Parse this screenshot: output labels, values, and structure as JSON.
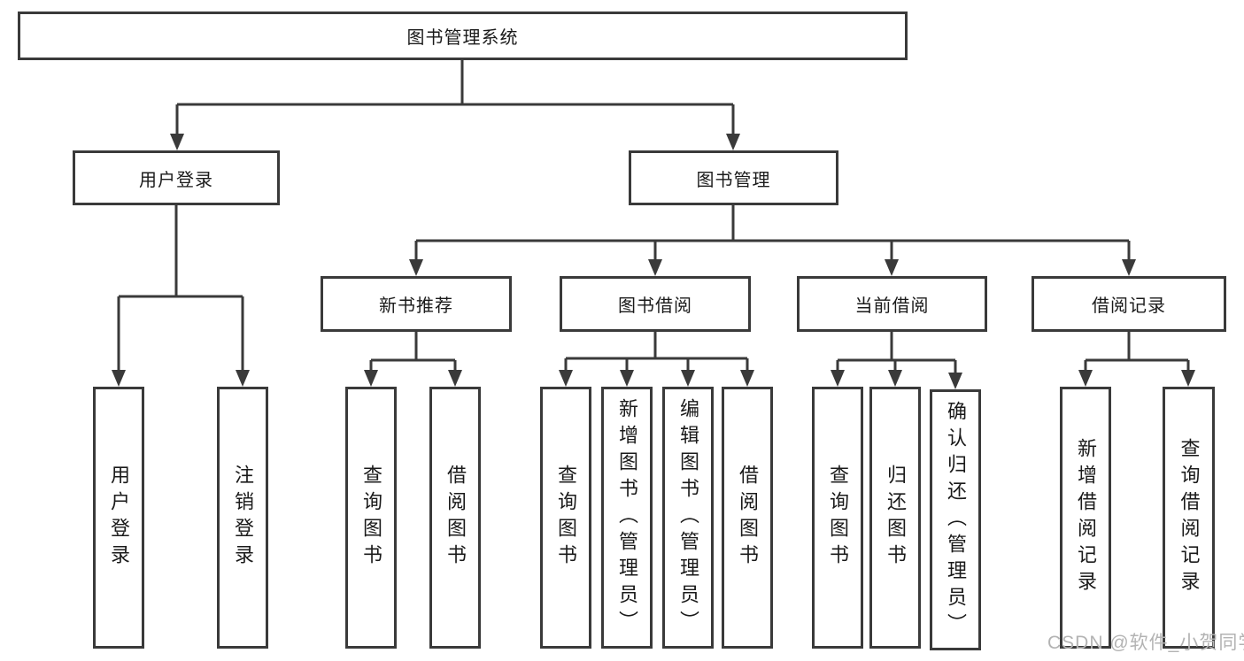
{
  "root": {
    "label": "图书管理系统"
  },
  "level2": {
    "user_login": {
      "label": "用户登录"
    },
    "book_management": {
      "label": "图书管理"
    }
  },
  "level3": {
    "new_book_recommend": {
      "label": "新书推荐"
    },
    "book_borrowing": {
      "label": "图书借阅"
    },
    "current_borrowing": {
      "label": "当前借阅"
    },
    "borrowing_records": {
      "label": "借阅记录"
    }
  },
  "leaves": {
    "user_login": [
      "用户登录",
      "注销登录"
    ],
    "new_book_recommend": [
      "查询图书",
      "借阅图书"
    ],
    "book_borrowing": [
      "查询图书",
      "新增图书（管理员）",
      "编辑图书（管理员）",
      "借阅图书"
    ],
    "current_borrowing": [
      "查询图书",
      "归还图书",
      "确认归还（管理员）"
    ],
    "borrowing_records": [
      "新增借阅记录",
      "查询借阅记录"
    ]
  },
  "watermark": {
    "text": "CSDN @软件_小贺同学",
    "color": "#b3b3b3"
  },
  "colors": {
    "line": "#3a3a3a",
    "text": "#1a1a1a",
    "background": "#ffffff"
  }
}
